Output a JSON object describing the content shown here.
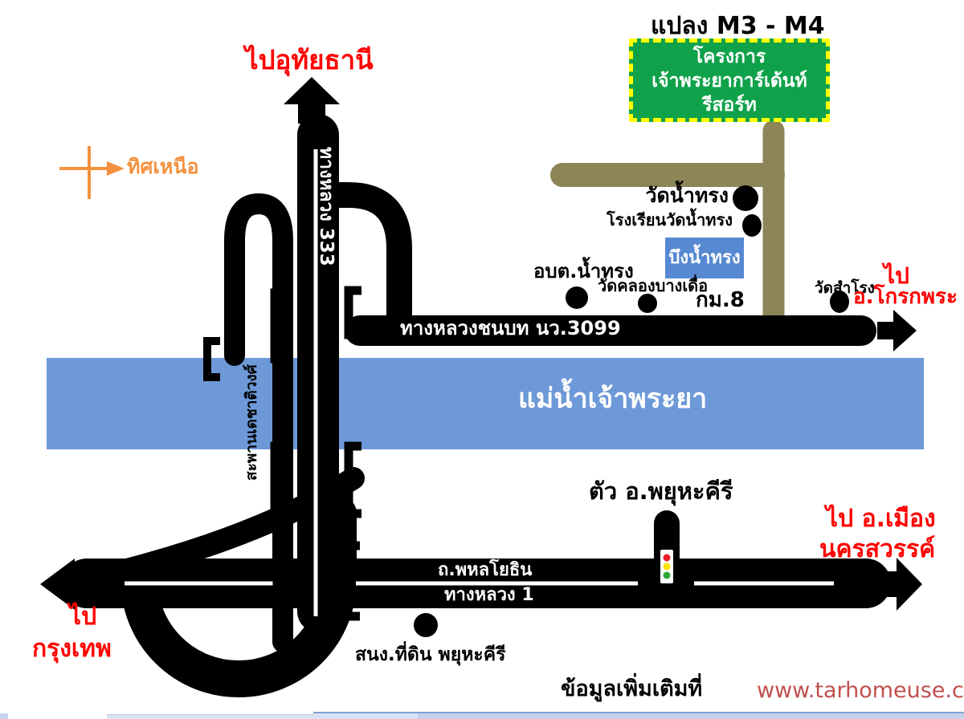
{
  "map": {
    "plot_label": "แปลง M3 - M4",
    "project_box": {
      "line1": "โครงการ",
      "line2": "เจ้าพระยาการ์เด้นท์",
      "line3": "รีสอร์ท"
    },
    "compass": {
      "label": "ทิศเหนือ"
    },
    "destinations": {
      "north": "ไปอุทัยธานี",
      "east_line1": "ไป",
      "east_line2": "อ.โกรกพระ",
      "southeast_line1": "ไป อ.เมือง",
      "southeast_line2": "นครสวรรค์",
      "southwest_line1": "ไป",
      "southwest_line2": "กรุงเทพ"
    },
    "roads": {
      "hwy333": "ทางหลวง 333",
      "rural3099": "ทางหลวงชนบท นว.3099",
      "phahonyothin": "ถ.พหลโยธิน",
      "hwy1": "ทางหลวง 1",
      "bridge": "สะพานเดชาติวงศ์"
    },
    "river": "แม่น้ำเจ้าพระยา",
    "places": {
      "wat_nam_song": "วัดน้ำทรง",
      "school_wat_nam_song": "โรงเรียนวัดน้ำทรง",
      "lake_nam_song": "บึงน้ำทรง",
      "obt_nam_song": "อบต.น้ำทรง",
      "wat_khlong_bang_duea": "วัดคลองบางเดื่อ",
      "km8": "กม.8",
      "wat_samrong": "วัดสำโรง",
      "town_phayuha_khiri": "ตัว อ.พยุหะคีรี",
      "land_office": "สนง.ที่ดิน พยุหะคีรี"
    },
    "footer": {
      "more_info": "ข้อมูลเพิ่มเติมที่",
      "url": "www.tarhomeuse.com"
    },
    "colors": {
      "road_black": "#000000",
      "minor_road_tan": "#8D8557",
      "river_blue": "#6D99D8",
      "lake_blue": "#5789D2",
      "project_green": "#0FA24A",
      "project_border_yellow": "#FFFF00",
      "compass_orange": "#F4913E",
      "destination_red": "#FF0000",
      "url_red": "#C0504D"
    }
  }
}
